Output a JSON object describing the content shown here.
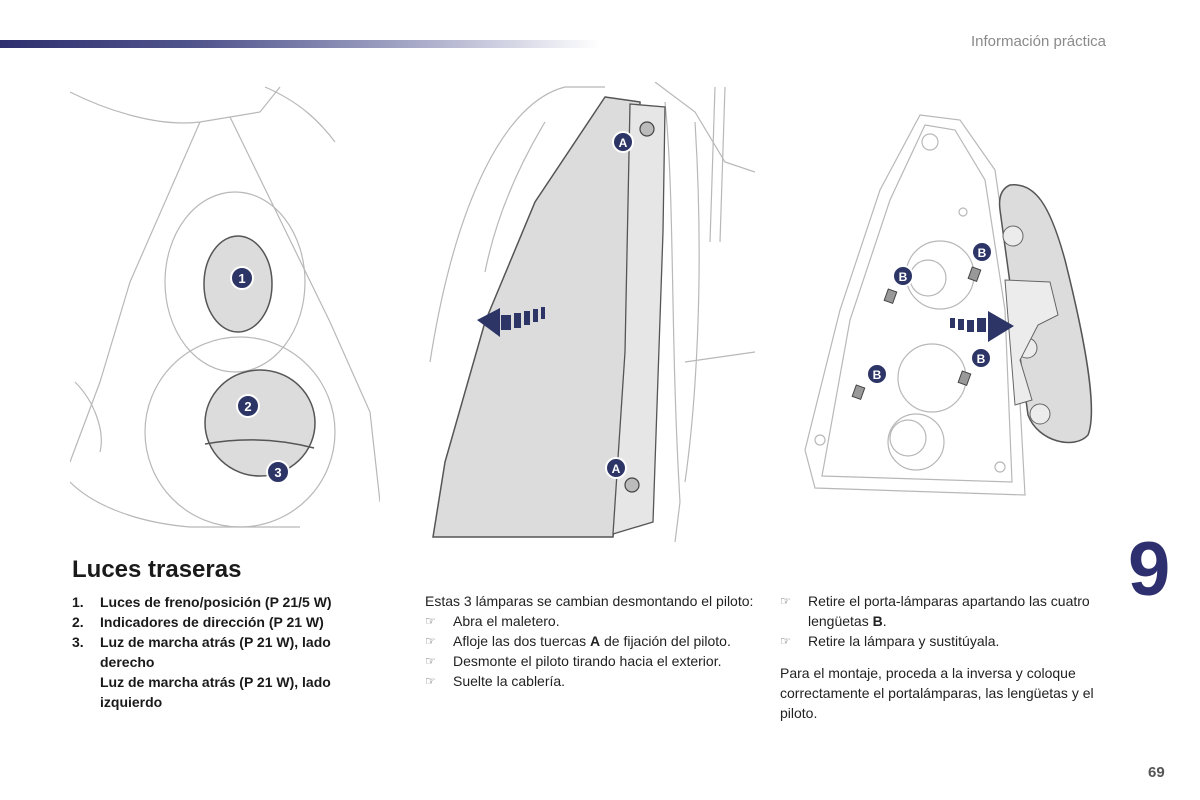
{
  "header": {
    "section_title": "Información práctica"
  },
  "chapter_number": "9",
  "page_number": "69",
  "title": "Luces traseras",
  "lamps": [
    {
      "num": "1.",
      "text": "Luces de freno/posición (P 21/5 W)"
    },
    {
      "num": "2.",
      "text": "Indicadores de dirección (P 21 W)"
    },
    {
      "num": "3.",
      "text": "Luz de marcha atrás (P 21 W), lado derecho"
    }
  ],
  "lamp_extra": "Luz de marcha atrás (P 21 W), lado izquierdo",
  "intro": "Estas 3 lámparas se cambian desmontando el piloto:",
  "steps_col2": [
    {
      "pre": "Abra el maletero.",
      "bold": "",
      "post": ""
    },
    {
      "pre": "Afloje las dos tuercas ",
      "bold": "A",
      "post": " de fijación del piloto."
    },
    {
      "pre": "Desmonte el piloto tirando hacia el exterior.",
      "bold": "",
      "post": ""
    },
    {
      "pre": "Suelte la cablería.",
      "bold": "",
      "post": ""
    }
  ],
  "steps_col3": [
    {
      "pre": "Retire el porta-lámparas apartando las cuatro lengüetas ",
      "bold": "B",
      "post": "."
    },
    {
      "pre": "Retire la lámpara y sustitúyala.",
      "bold": "",
      "post": ""
    }
  ],
  "closing": "Para el montaje, proceda a la inversa y coloque correctamente el portalámparas, las lengüetas y el piloto.",
  "bullet_glyph": "☞",
  "figure_labels": {
    "fig1": [
      "1",
      "2",
      "3"
    ],
    "fig2": [
      "A",
      "A"
    ],
    "fig3": [
      "B",
      "B",
      "B",
      "B"
    ]
  },
  "colors": {
    "accent": "#2d2f6e",
    "badge": "#2d3566",
    "panel": "#dcdcdc"
  }
}
